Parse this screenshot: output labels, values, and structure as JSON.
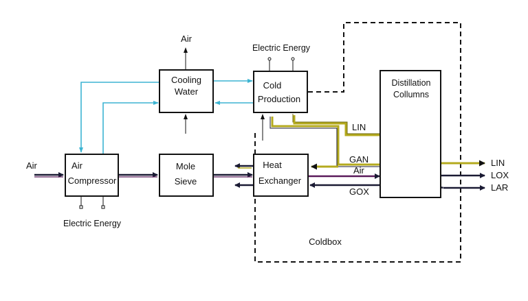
{
  "colors": {
    "dark": "#1a1a33",
    "purple": "#5a1a5a",
    "blue": "#3cb4d2",
    "yellow": "#b4aa1e",
    "olive": "#6e6a10",
    "box": "#111111"
  },
  "boxes": {
    "cooling_water": [
      "Cooling",
      "Water"
    ],
    "cold_production": [
      "Cold",
      "Production"
    ],
    "distillation": [
      "Distillation",
      "Collumns"
    ],
    "air_compressor": [
      "Air",
      "Compressor"
    ],
    "mole_sieve": [
      "Mole",
      "Sieve"
    ],
    "heat_exchanger": [
      "Heat",
      "Exchanger"
    ]
  },
  "labels": {
    "air_top": "Air",
    "electric_energy_top": "Electric Energy",
    "electric_energy_bottom": "Electric Energy",
    "air_in": "Air",
    "coldbox": "Coldbox",
    "lin_internal": "LIN",
    "gan": "GAN",
    "air_internal": "Air",
    "gox": "GOX",
    "lin_out": "LIN",
    "lox_out": "LOX",
    "lar_out": "LAR"
  }
}
